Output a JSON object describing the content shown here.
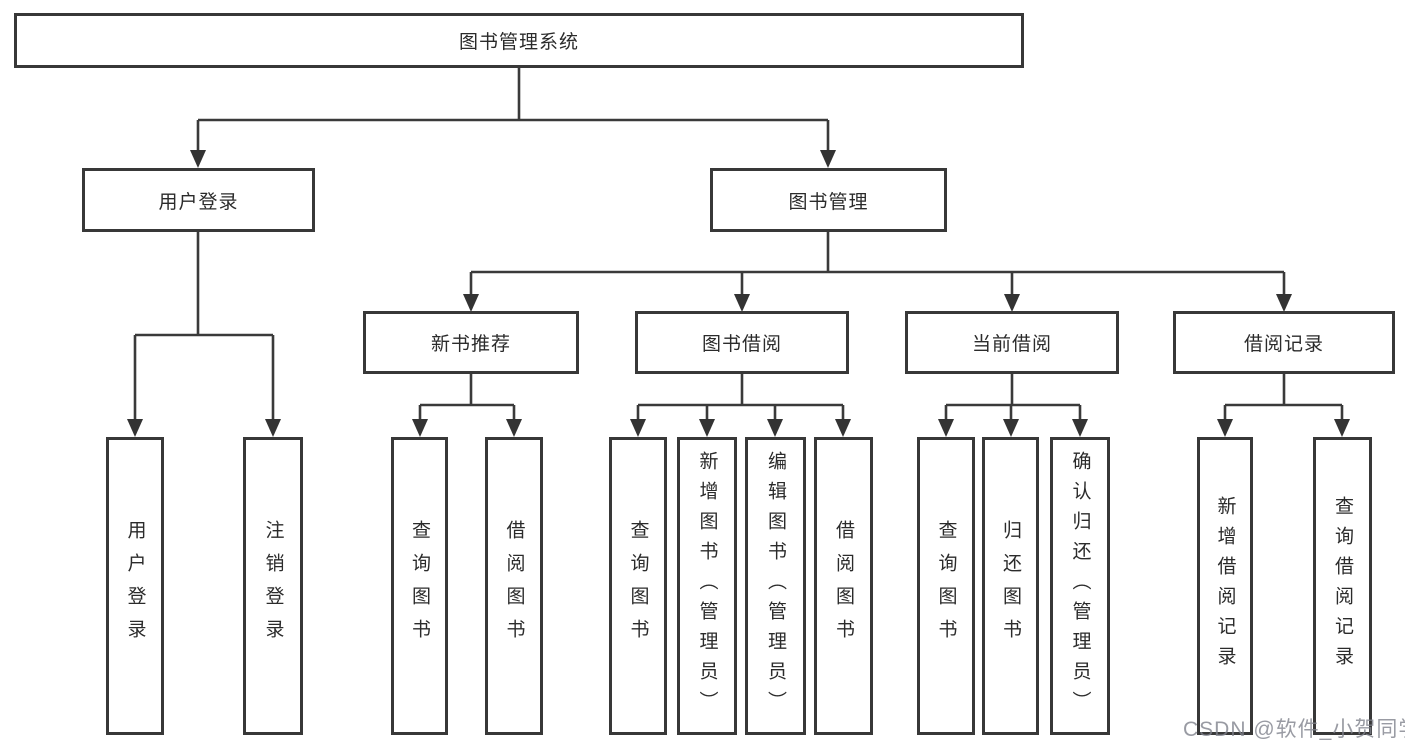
{
  "tree": {
    "label": "图书管理系统",
    "children": [
      {
        "label": "用户登录",
        "children": [
          {
            "label": "用户登录"
          },
          {
            "label": "注销登录"
          }
        ]
      },
      {
        "label": "图书管理",
        "children": [
          {
            "label": "新书推荐",
            "children": [
              {
                "label": "查询图书"
              },
              {
                "label": "借阅图书"
              }
            ]
          },
          {
            "label": "图书借阅",
            "children": [
              {
                "label": "查询图书"
              },
              {
                "label": "新增图书（管理员）"
              },
              {
                "label": "编辑图书（管理员）"
              },
              {
                "label": "借阅图书"
              }
            ]
          },
          {
            "label": "当前借阅",
            "children": [
              {
                "label": "查询图书"
              },
              {
                "label": "归还图书"
              },
              {
                "label": "确认归还（管理员）"
              }
            ]
          },
          {
            "label": "借阅记录",
            "children": [
              {
                "label": "新增借阅记录"
              },
              {
                "label": "查询借阅记录"
              }
            ]
          }
        ]
      }
    ]
  },
  "watermark": {
    "text": "CSDN @软件_小贺同学"
  },
  "colors": {
    "line": "#3a3a3a",
    "text": "#2b2b2b",
    "background": "#ffffff",
    "watermark": "#8289a0"
  }
}
